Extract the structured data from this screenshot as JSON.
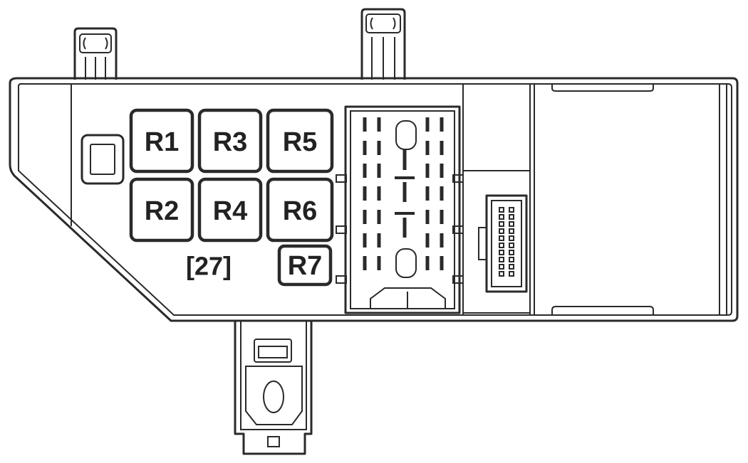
{
  "relays": [
    {
      "id": "r1",
      "label": "R1"
    },
    {
      "id": "r3",
      "label": "R3"
    },
    {
      "id": "r5",
      "label": "R5"
    },
    {
      "id": "r2",
      "label": "R2"
    },
    {
      "id": "r4",
      "label": "R4"
    },
    {
      "id": "r6",
      "label": "R6"
    },
    {
      "id": "r7",
      "label": "R7"
    }
  ],
  "fuse": {
    "label": "[27]"
  },
  "colors": {
    "stroke": "#2a2a2a",
    "background": "#ffffff"
  }
}
